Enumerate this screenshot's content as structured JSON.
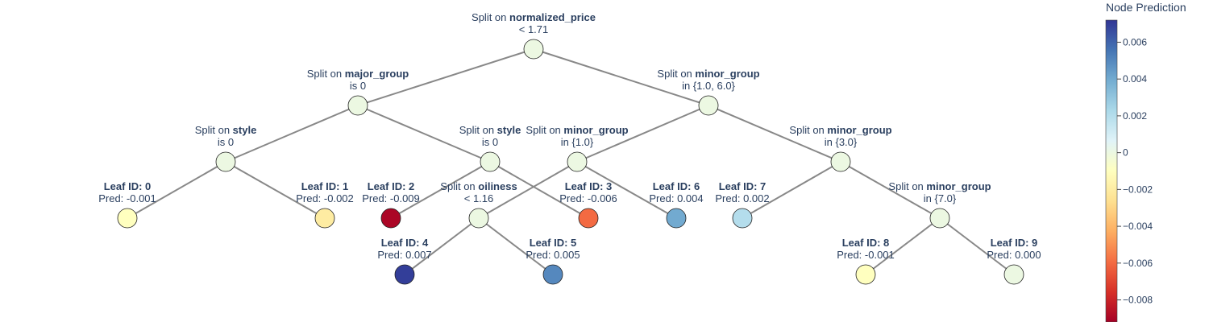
{
  "colorbar": {
    "title": "Node Prediction",
    "min": -0.0092,
    "max": 0.0072,
    "ticks": [
      {
        "value": 0.006,
        "label": "0.006"
      },
      {
        "value": 0.004,
        "label": "0.004"
      },
      {
        "value": 0.002,
        "label": "0.002"
      },
      {
        "value": 0,
        "label": "0"
      },
      {
        "value": -0.002,
        "label": "−0.002"
      },
      {
        "value": -0.004,
        "label": "−0.004"
      },
      {
        "value": -0.006,
        "label": "−0.006"
      },
      {
        "value": -0.008,
        "label": "−0.008"
      }
    ],
    "colorscale": [
      "#a50026",
      "#d73027",
      "#f46d43",
      "#fdae61",
      "#fee090",
      "#ffffbf",
      "#e0f3f8",
      "#abd9e9",
      "#74add1",
      "#4575b4",
      "#313695"
    ]
  },
  "nodes": [
    {
      "id": "root",
      "kind": "split",
      "pre": "Split on ",
      "feature": "normalized_price",
      "condition": "< 1.71",
      "value": 0
    },
    {
      "id": "n_major",
      "kind": "split",
      "pre": "Split on ",
      "feature": "major_group",
      "condition": "is 0",
      "value": 0
    },
    {
      "id": "n_minor_a",
      "kind": "split",
      "pre": "Split on ",
      "feature": "minor_group",
      "condition": "in {1.0, 6.0}",
      "value": 0
    },
    {
      "id": "n_style_a",
      "kind": "split",
      "pre": "Split on ",
      "feature": "style",
      "condition": "is 0",
      "value": 0
    },
    {
      "id": "n_style_b",
      "kind": "split",
      "pre": "Split on ",
      "feature": "style",
      "condition": "is 0",
      "value": 0
    },
    {
      "id": "n_minor_b",
      "kind": "split",
      "pre": "Split on ",
      "feature": "minor_group",
      "condition": "in {1.0}",
      "value": 0
    },
    {
      "id": "n_minor_c",
      "kind": "split",
      "pre": "Split on ",
      "feature": "minor_group",
      "condition": "in {3.0}",
      "value": 0
    },
    {
      "id": "leaf0",
      "kind": "leaf",
      "title": "Leaf ID: 0",
      "pred": "Pred: -0.001",
      "value": -0.001
    },
    {
      "id": "leaf1",
      "kind": "leaf",
      "title": "Leaf ID: 1",
      "pred": "Pred: -0.002",
      "value": -0.002
    },
    {
      "id": "leaf2",
      "kind": "leaf",
      "title": "Leaf ID: 2",
      "pred": "Pred: -0.009",
      "value": -0.009
    },
    {
      "id": "n_oil",
      "kind": "split",
      "pre": "Split on ",
      "feature": "oiliness",
      "condition": "< 1.16",
      "value": 0
    },
    {
      "id": "leaf3",
      "kind": "leaf",
      "title": "Leaf ID: 3",
      "pred": "Pred: -0.006",
      "value": -0.006
    },
    {
      "id": "leaf6",
      "kind": "leaf",
      "title": "Leaf ID: 6",
      "pred": "Pred: 0.004",
      "value": 0.004
    },
    {
      "id": "leaf7",
      "kind": "leaf",
      "title": "Leaf ID: 7",
      "pred": "Pred: 0.002",
      "value": 0.002
    },
    {
      "id": "n_minor_d",
      "kind": "split",
      "pre": "Split on ",
      "feature": "minor_group",
      "condition": "in {7.0}",
      "value": 0
    },
    {
      "id": "leaf4",
      "kind": "leaf",
      "title": "Leaf ID: 4",
      "pred": "Pred: 0.007",
      "value": 0.007
    },
    {
      "id": "leaf5",
      "kind": "leaf",
      "title": "Leaf ID: 5",
      "pred": "Pred: 0.005",
      "value": 0.005
    },
    {
      "id": "leaf8",
      "kind": "leaf",
      "title": "Leaf ID: 8",
      "pred": "Pred: -0.001",
      "value": -0.001
    },
    {
      "id": "leaf9",
      "kind": "leaf",
      "title": "Leaf ID: 9",
      "pred": "Pred: 0.000",
      "value": 0.0
    }
  ],
  "edges": [
    [
      "root",
      "n_major"
    ],
    [
      "root",
      "n_minor_a"
    ],
    [
      "n_major",
      "n_style_a"
    ],
    [
      "n_major",
      "n_style_b"
    ],
    [
      "n_minor_a",
      "n_minor_b"
    ],
    [
      "n_minor_a",
      "n_minor_c"
    ],
    [
      "n_style_a",
      "leaf0"
    ],
    [
      "n_style_a",
      "leaf1"
    ],
    [
      "n_style_b",
      "leaf2"
    ],
    [
      "n_style_b",
      "leaf3"
    ],
    [
      "n_minor_b",
      "n_oil"
    ],
    [
      "n_minor_b",
      "leaf6"
    ],
    [
      "n_minor_c",
      "leaf7"
    ],
    [
      "n_minor_c",
      "n_minor_d"
    ],
    [
      "n_oil",
      "leaf4"
    ],
    [
      "n_oil",
      "leaf5"
    ],
    [
      "n_minor_d",
      "leaf8"
    ],
    [
      "n_minor_d",
      "leaf9"
    ]
  ]
}
